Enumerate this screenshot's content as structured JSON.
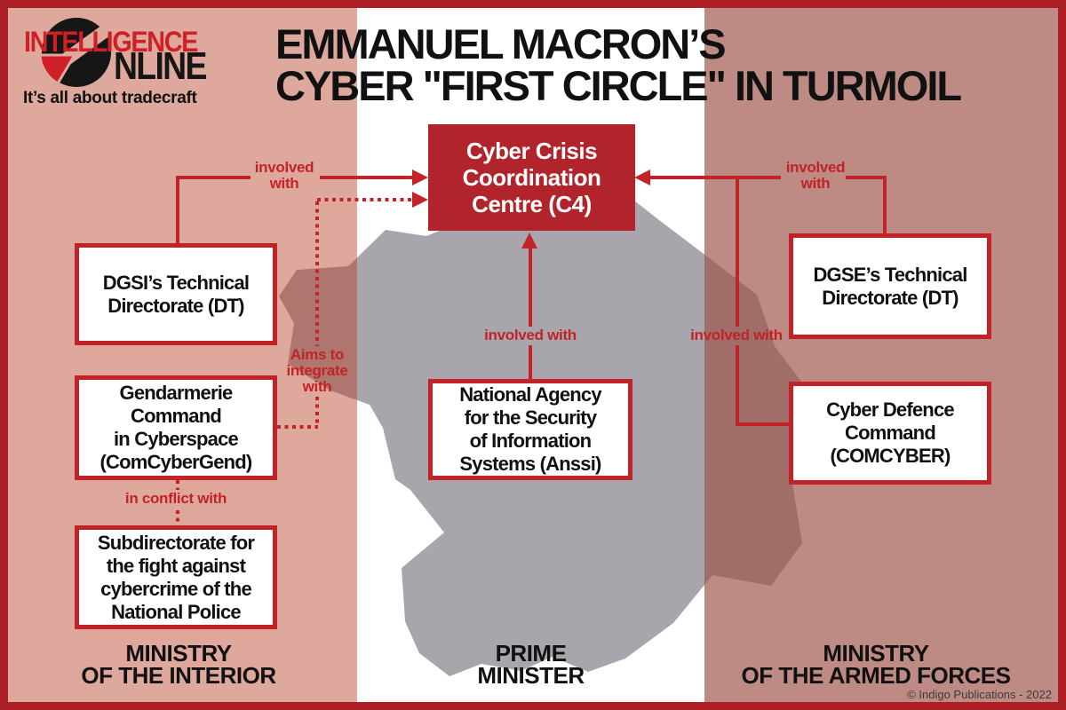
{
  "colors": {
    "frame": "#ae1f25",
    "accent": "#c22329",
    "c4": "#b2242b",
    "logored": "#cf2027",
    "bandL": "rgba(184,62,37,0.45)",
    "bandR": "rgba(157,83,73,0.68)",
    "map": "#a8a5ac",
    "ink": "#111111",
    "copy": "#3d3d3d",
    "logoblack": "#161616"
  },
  "logo": {
    "word_top": "INTELLIGENCE",
    "word_bottom": "NLINE",
    "tagline": "It’s all about tradecraft"
  },
  "title": {
    "line1": "EMMANUEL MACRON’S",
    "line2": "CYBER \"FIRST CIRCLE\" IN TURMOIL"
  },
  "nodes": {
    "c4": "Cyber Crisis\nCoordination\nCentre (C4)",
    "dgsi": "DGSI’s Technical\nDirectorate (DT)",
    "gendarmerie": "Gendarmerie\nCommand\nin Cyberspace\n(ComCyberGend)",
    "subdirectorate": "Subdirectorate for\nthe fight against\ncybercrime of the\nNational Police",
    "anssi": "National Agency\nfor the Security\nof Information\nSystems (Anssi)",
    "dgse": "DGSE’s Technical\nDirectorate (DT)",
    "comcyber": "Cyber Defence\nCommand\n(COMCYBER)"
  },
  "edge_labels": {
    "dgsi_c4": "involved\nwith",
    "gendarmerie_c4": "Aims to\nintegrate\nwith",
    "gendarmerie_subdirectorate": "in conflict with",
    "anssi_c4": "involved with",
    "comcyber_c4": "involved with",
    "dgse_c4": "involved\nwith"
  },
  "footer": {
    "ministry_interior": "MINISTRY\nOF THE INTERIOR",
    "prime_minister": "PRIME\nMINISTER",
    "ministry_armed_forces": "MINISTRY\nOF THE ARMED FORCES",
    "copyright": "© Indigo Publications - 2022"
  }
}
